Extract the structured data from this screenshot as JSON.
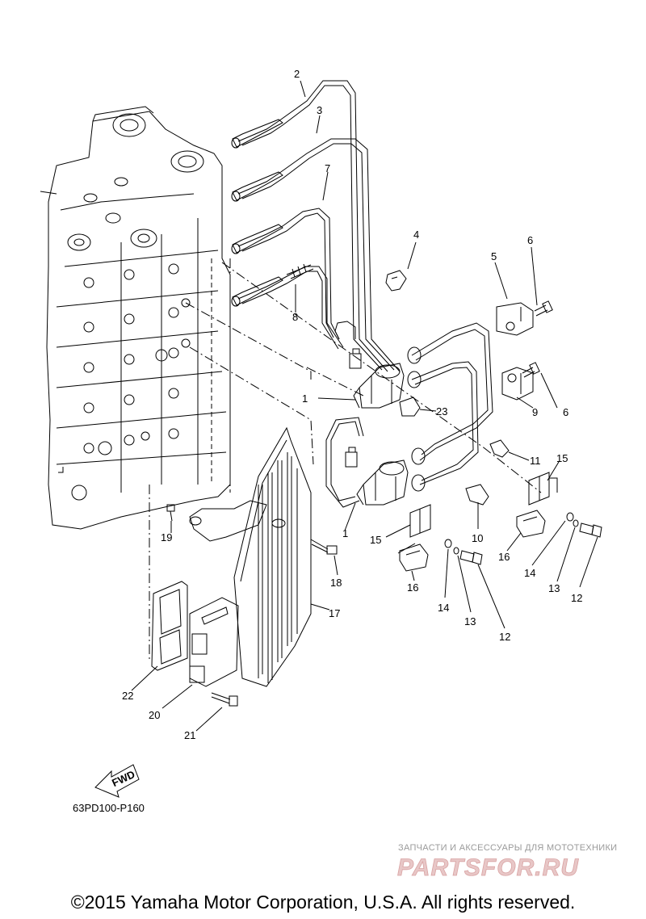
{
  "diagram": {
    "drawing_id": "63PD100-P160",
    "fwd_label": "FWD",
    "callouts": [
      "1",
      "1",
      "2",
      "3",
      "4",
      "5",
      "6",
      "6",
      "7",
      "8",
      "9",
      "10",
      "11",
      "12",
      "12",
      "13",
      "13",
      "14",
      "14",
      "15",
      "15",
      "16",
      "16",
      "17",
      "18",
      "19",
      "20",
      "21",
      "22",
      "23"
    ]
  },
  "watermark": {
    "tagline": "ЗАПЧАСТИ И АКСЕССУАРЫ ДЛЯ МОТОТЕХНИКИ",
    "logo_text": "PARTSFOR.RU"
  },
  "footer": {
    "copyright": "©2015 Yamaha Motor Corporation, U.S.A. All rights reserved."
  }
}
